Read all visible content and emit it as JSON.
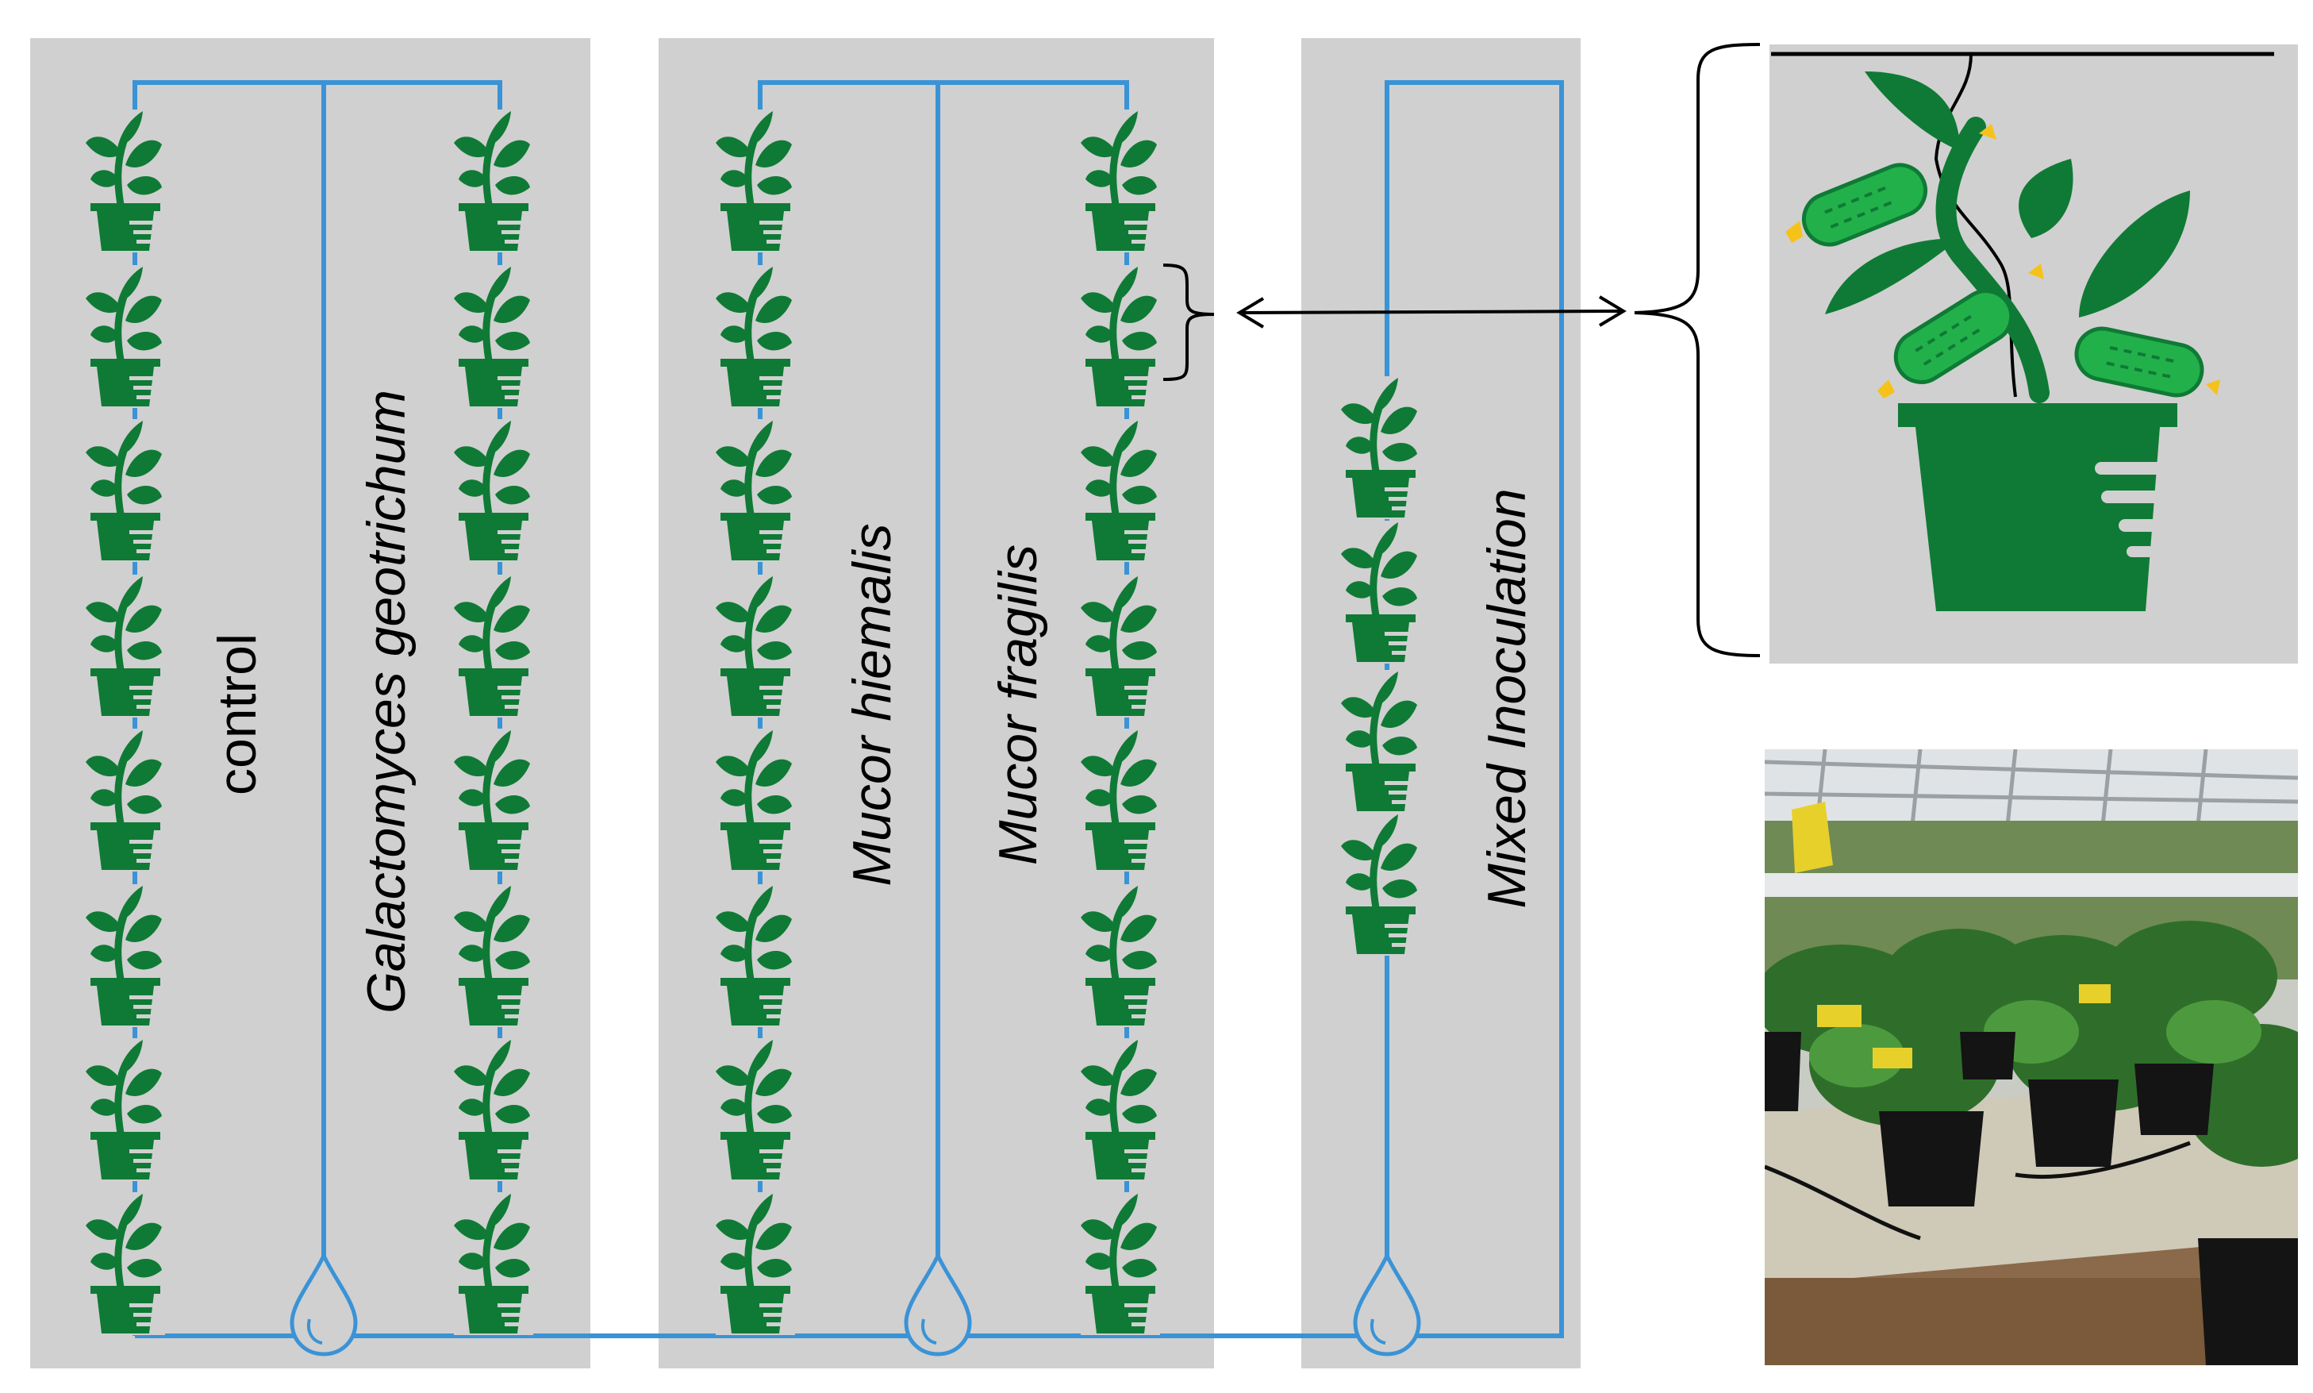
{
  "treatments": [
    {
      "id": "control",
      "label": "control",
      "italic": false
    },
    {
      "id": "galactomyces",
      "label": "Galactomyces geotrichum",
      "italic": true
    },
    {
      "id": "mucor-hiemalis",
      "label": "Mucor hiemalis",
      "italic": true
    },
    {
      "id": "mucor-fragilis",
      "label": "Mucor fragilis",
      "italic": true
    },
    {
      "id": "mixed",
      "label": "Mixed Inoculation",
      "italic": false
    }
  ],
  "colors": {
    "panel": "#d0d0d0",
    "pipe": "#3a93d6",
    "plant": "#0f7a35",
    "plant_light": "#22b04b",
    "flower": "#f6c21a",
    "line": "#000000"
  },
  "icons": {
    "plant": "potted-plant-icon",
    "drip": "water-drop-icon",
    "cucumber": "cucumber-plant-icon",
    "photo": "greenhouse-photo"
  }
}
